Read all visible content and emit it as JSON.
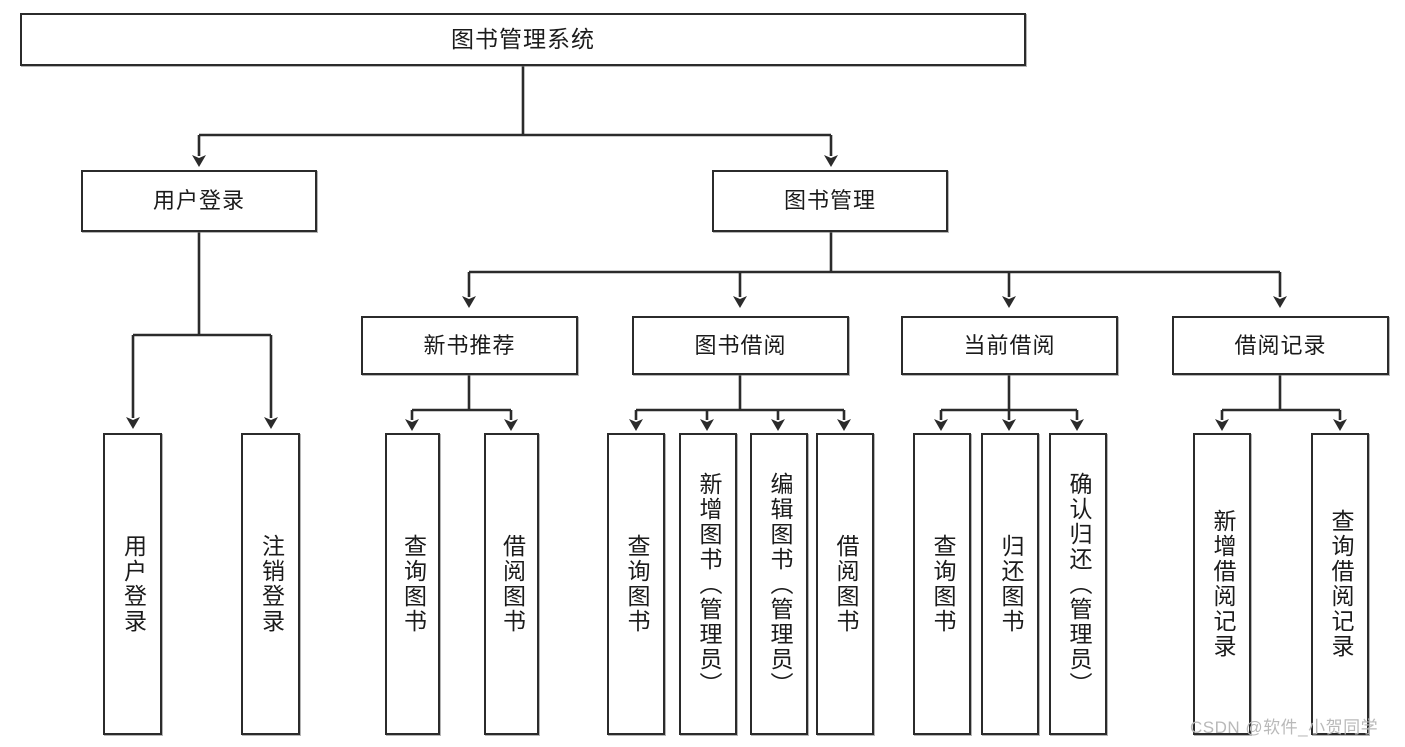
{
  "diagram": {
    "type": "tree",
    "orientation": "top-down",
    "root": {
      "label": "图书管理系统"
    },
    "level1": [
      {
        "label": "用户登录"
      },
      {
        "label": "图书管理"
      }
    ],
    "level2": [
      {
        "label": "新书推荐"
      },
      {
        "label": "图书借阅"
      },
      {
        "label": "当前借阅"
      },
      {
        "label": "借阅记录"
      }
    ],
    "leaves": {
      "user_login": [
        {
          "label": "用户登录"
        },
        {
          "label": "注销登录"
        }
      ],
      "new_book_recommend": [
        {
          "label": "查询图书"
        },
        {
          "label": "借阅图书"
        }
      ],
      "book_borrow": [
        {
          "label": "查询图书"
        },
        {
          "label": "新增图书（管理员）"
        },
        {
          "label": "编辑图书（管理员）"
        },
        {
          "label": "借阅图书"
        }
      ],
      "current_borrow": [
        {
          "label": "查询图书"
        },
        {
          "label": "归还图书"
        },
        {
          "label": "确认归还（管理员）"
        }
      ],
      "borrow_record": [
        {
          "label": "新增借阅记录"
        },
        {
          "label": "查询借阅记录"
        }
      ]
    }
  },
  "watermark": {
    "text": "CSDN @软件_小贺同学"
  },
  "colors": {
    "stroke": "#2b2b2b",
    "fill": "#ffffff",
    "text": "#1b1b1b",
    "watermark": "#b9b9b9"
  }
}
